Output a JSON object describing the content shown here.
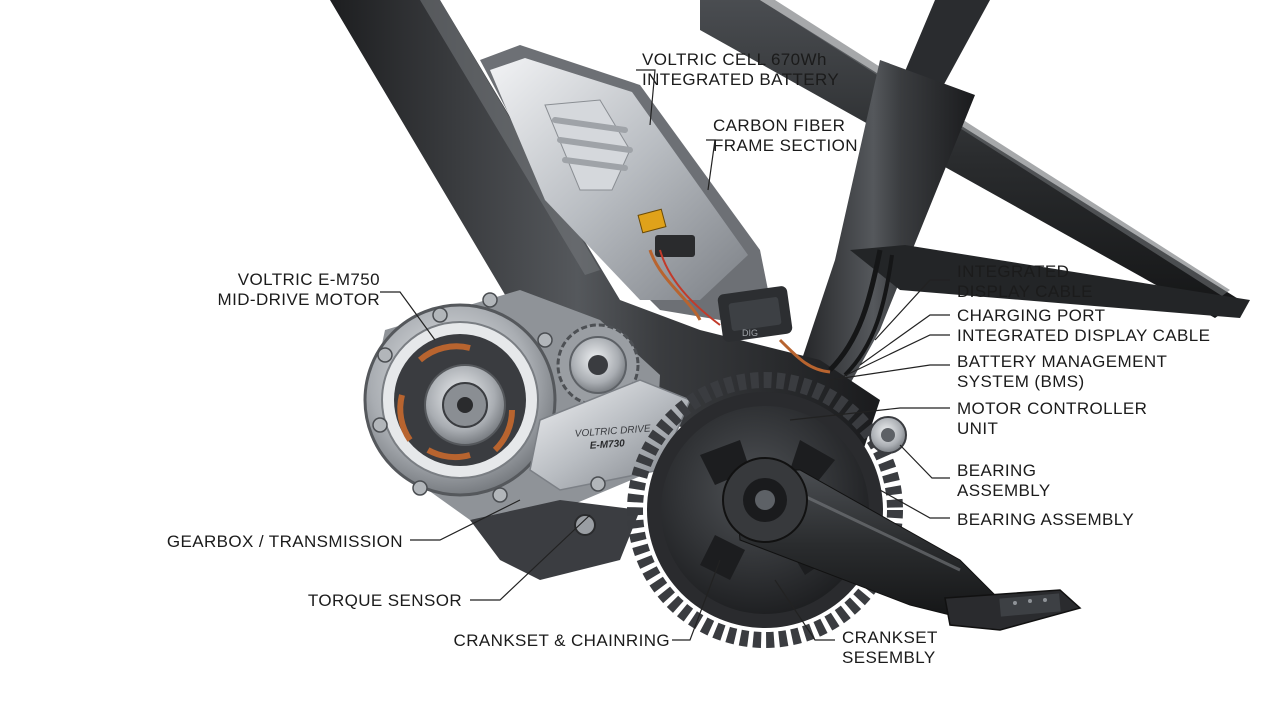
{
  "labels": {
    "battery": [
      "VOLTRIC CELL 670Wh",
      "INTEGRATED BATTERY"
    ],
    "carbon_frame": [
      "CARBON FIBER",
      "FRAME SECTION"
    ],
    "display_cable_1": [
      "INTEGRATED",
      "DISPLAY CABLE"
    ],
    "charging_port": "CHARGING PORT",
    "display_cable_2": "INTEGRATED DISPLAY CABLE",
    "bms": [
      "BATTERY MANAGEMENT",
      "SYSTEM (BMS)"
    ],
    "motor_controller": [
      "MOTOR CONTROLLER",
      "UNIT"
    ],
    "bearing_1": [
      "BEARING",
      "ASSEMBLY"
    ],
    "bearing_2": "BEARING ASSEMBLY",
    "motor": [
      "VOLTRIC E-M750",
      "MID-DRIVE MOTOR"
    ],
    "gearbox": "GEARBOX / TRANSMISSION",
    "torque_sensor": "TORQUE SENSOR",
    "crankset_chainring": "CRANKSET & CHAINRING",
    "crankset_assembly": [
      "CRANKSET",
      "SESEMBLY"
    ]
  },
  "housing_text": [
    "VOLTRIC DRIVE",
    "E-M730"
  ],
  "controller_text": "DIG",
  "colors": {
    "frame": "#2e3033",
    "frame_highlight": "#6b6e72",
    "metal": "#c9ccd0",
    "copper": "#b8642f",
    "connector": "#e0a21a",
    "ink": "#1b1b1b"
  }
}
